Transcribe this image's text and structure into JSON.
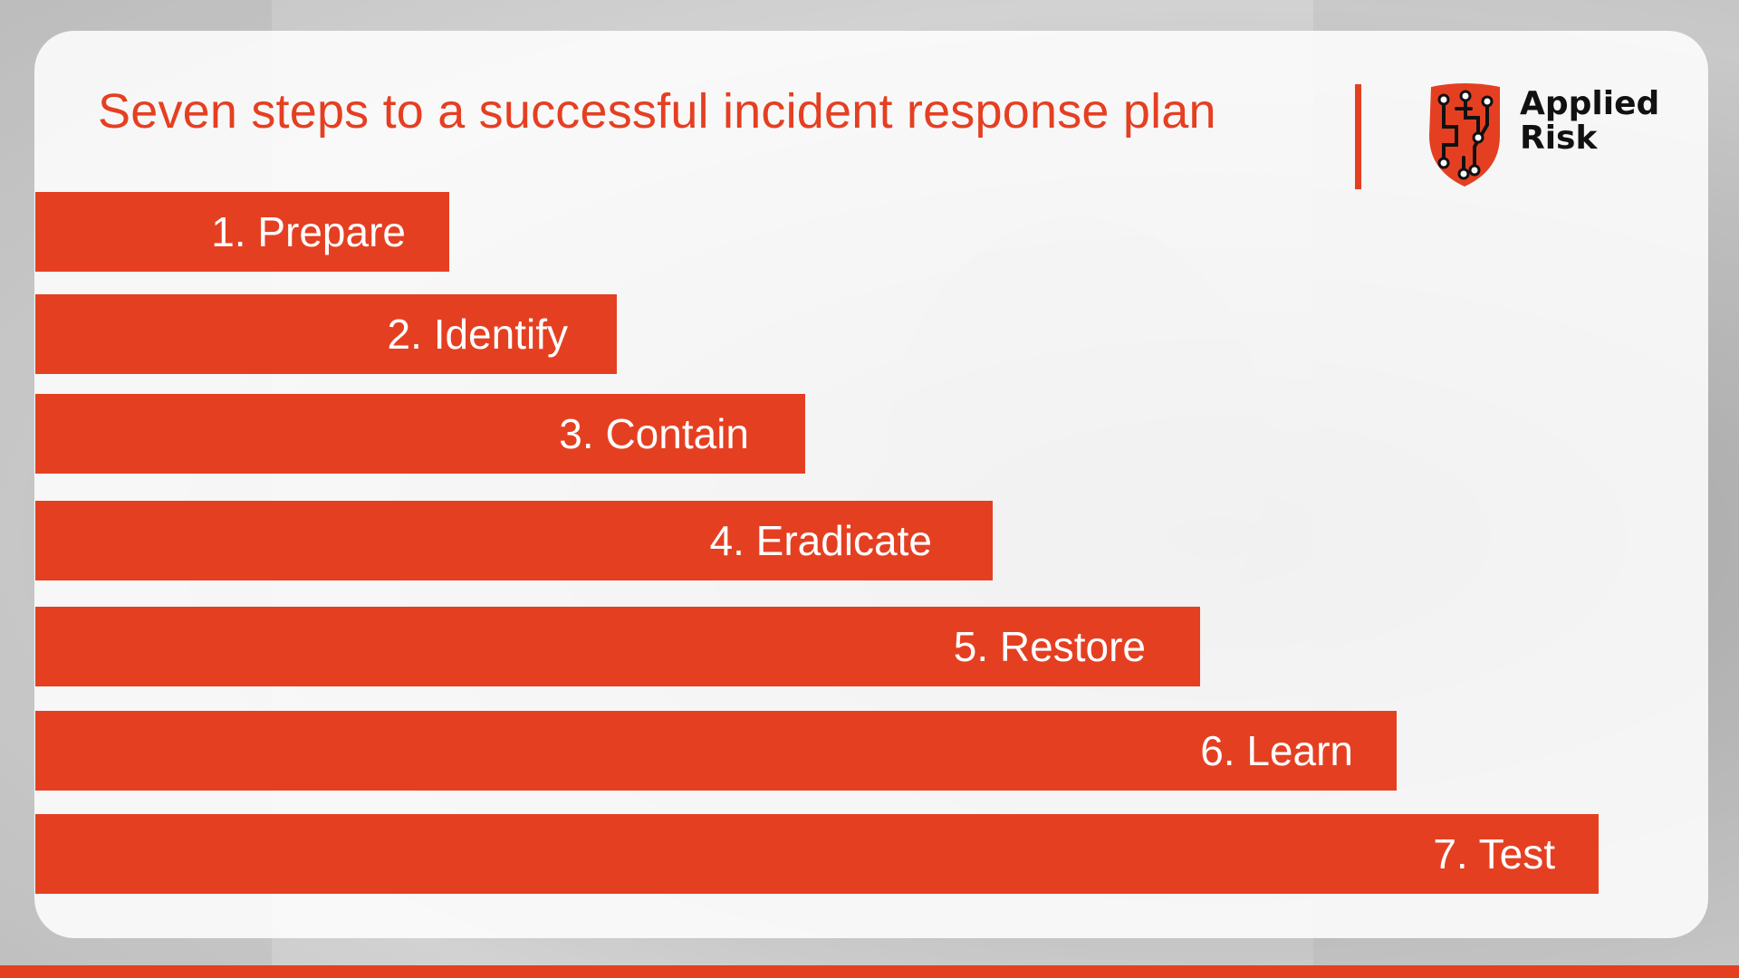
{
  "title": "Seven steps to a successful incident response plan",
  "logo": {
    "line1": "Applied",
    "line2": "Risk",
    "icon": "shield-circuit-icon"
  },
  "steps": [
    {
      "label": "1. Prepare"
    },
    {
      "label": "2. Identify"
    },
    {
      "label": "3. Contain"
    },
    {
      "label": "4. Eradicate"
    },
    {
      "label": "5. Restore"
    },
    {
      "label": "6. Learn"
    },
    {
      "label": "7. Test"
    }
  ],
  "colors": {
    "accent": "#e53f22",
    "bar_text": "#ffffff",
    "logo_text": "#111111"
  }
}
